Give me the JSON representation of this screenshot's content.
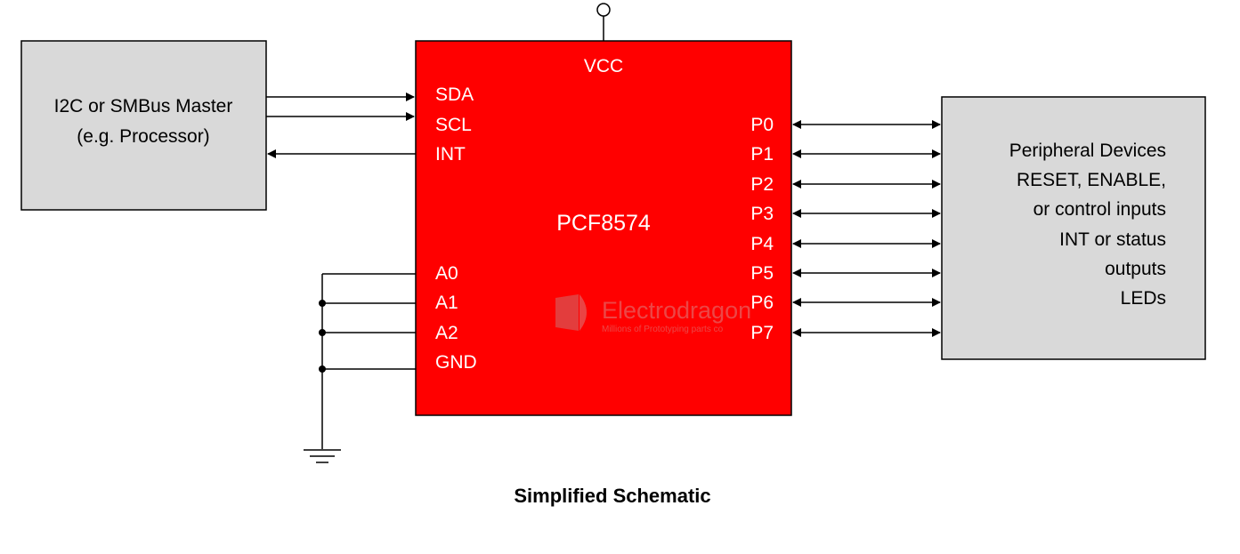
{
  "master": {
    "line1": "I2C or SMBus Master",
    "line2": "(e.g. Processor)"
  },
  "chip": {
    "name": "PCF8574",
    "vcc": "VCC",
    "left_pins": [
      "SDA",
      "SCL",
      "INT",
      "A0",
      "A1",
      "A2",
      "GND"
    ],
    "right_pins": [
      "P0",
      "P1",
      "P2",
      "P3",
      "P4",
      "P5",
      "P6",
      "P7"
    ]
  },
  "peripheral": {
    "lines": [
      "Peripheral Devices",
      "RESET, ENABLE,",
      "or control inputs",
      "INT or status",
      "outputs",
      "LEDs"
    ]
  },
  "caption": "Simplified Schematic",
  "watermark": {
    "name": "Electrodragon",
    "tagline": "Millions of Prototyping parts co"
  },
  "colors": {
    "chip_fill": "#ff0000",
    "box_fill": "#d9d9d9",
    "line": "#000000"
  }
}
